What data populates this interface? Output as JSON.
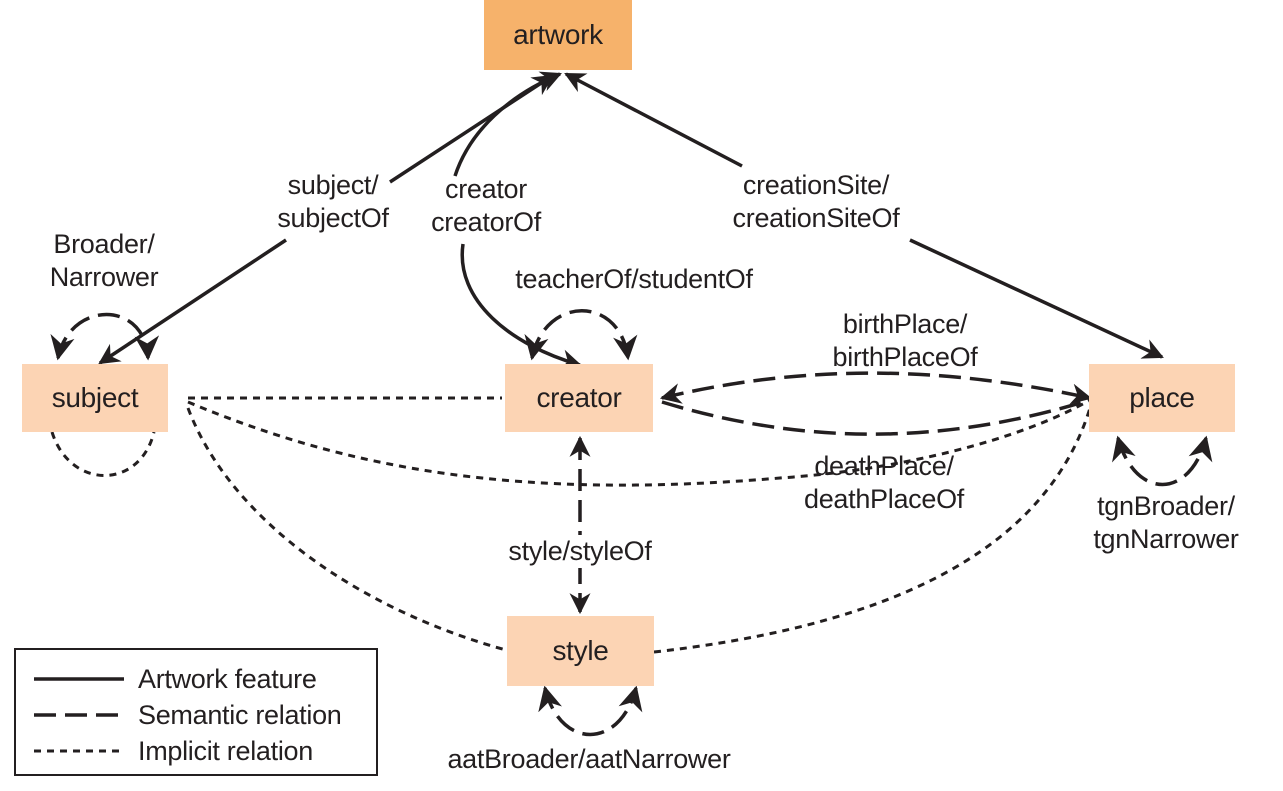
{
  "nodes": {
    "artwork": "artwork",
    "subject": "subject",
    "creator": "creator",
    "place": "place",
    "style": "style"
  },
  "edge_labels": {
    "subject_line1": "subject/",
    "subject_line2": "subjectOf",
    "creator_line1": "creator",
    "creator_line2": "creatorOf",
    "creationsite_line1": "creationSite/",
    "creationsite_line2": "creationSiteOf",
    "broader_line1": "Broader/",
    "broader_line2": "Narrower",
    "teacher": "teacherOf/studentOf",
    "birthplace_line1": "birthPlace/",
    "birthplace_line2": "birthPlaceOf",
    "deathplace_line1": "deathPlace/",
    "deathplace_line2": "deathPlaceOf",
    "style": "style/styleOf",
    "tgn_line1": "tgnBroader/",
    "tgn_line2": "tgnNarrower",
    "aat": "aatBroader/aatNarrower"
  },
  "legend": {
    "artwork_feature": "Artwork feature",
    "semantic_relation": "Semantic relation",
    "implicit_relation": "Implicit relation"
  },
  "colors": {
    "primary_node": "#f6b26b",
    "secondary_node": "#fcd4b4",
    "stroke": "#231f20"
  }
}
